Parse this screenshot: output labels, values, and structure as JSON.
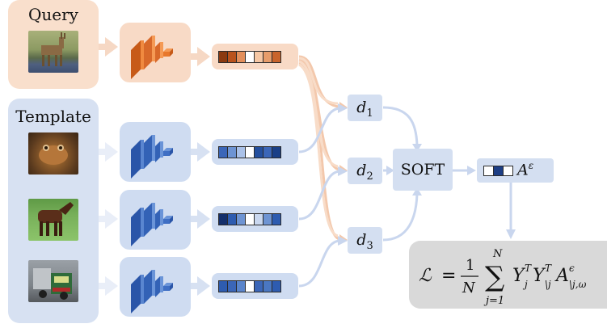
{
  "labels": {
    "query": "Query",
    "template": "Template",
    "soft": "SOFT",
    "distances": [
      {
        "var": "d",
        "sub": "1"
      },
      {
        "var": "d",
        "sub": "2"
      },
      {
        "var": "d",
        "sub": "3"
      }
    ],
    "output": {
      "base": "A",
      "sup": "ε"
    }
  },
  "loss": {
    "lhs": "ℒ",
    "frac_num": "1",
    "frac_den": "N",
    "sum_upper": "N",
    "sum_lower": "j=1",
    "term": "Y",
    "sub_j": "j",
    "sup_T": "T",
    "sub_notj": "\\j",
    "A": "A",
    "A_sup": "ϵ",
    "A_sub": "\\j,ω"
  },
  "images": {
    "query": "deer-photo",
    "templates": [
      "frog-photo",
      "horse-photo",
      "truck-photo"
    ]
  },
  "colors": {
    "query_panel": "#f9dfcc",
    "query_encoder": "#e8782c",
    "template_panel": "#d7e1f2",
    "template_encoder": "#3f6fc4",
    "arrow": "#c9d6ee",
    "query_arrow": "#f3c8ac",
    "loss_bg": "#d9d9d9"
  },
  "feature_vectors": {
    "query": [
      "#8b3a10",
      "#b9531d",
      "#e38f5b",
      "#ffffff",
      "#f6c7a4",
      "#e79c6a",
      "#c9642c"
    ],
    "templates": [
      [
        "#3b66b8",
        "#6e94d3",
        "#aac1e8",
        "#ffffff",
        "#244f9e",
        "#3b66b8",
        "#1a3f87"
      ],
      [
        "#142f6b",
        "#2e5cb0",
        "#6e94d3",
        "#ffffff",
        "#c9d7ef",
        "#6e94d3",
        "#2e5cb0"
      ],
      [
        "#2e5cb0",
        "#3b66b8",
        "#5a85cc",
        "#ffffff",
        "#3b66b8",
        "#4a77c2",
        "#2e5cb0"
      ]
    ],
    "output": [
      "#ffffff",
      "#1d3e85",
      "#ffffff"
    ]
  }
}
